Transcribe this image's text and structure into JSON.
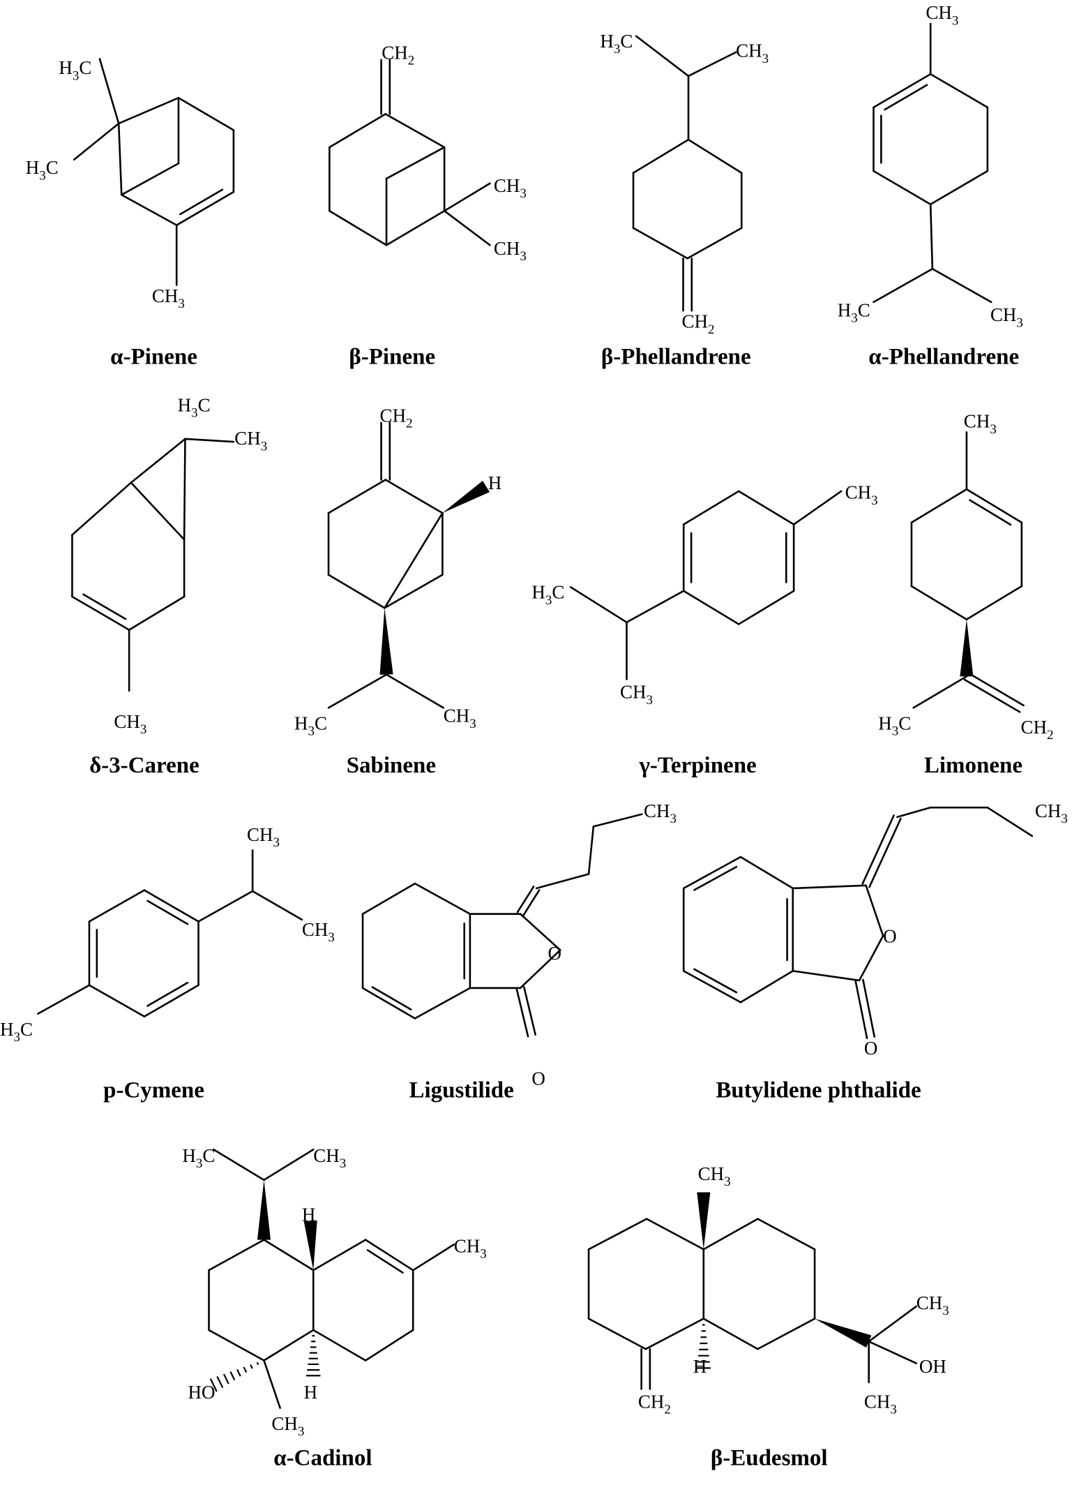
{
  "figure": {
    "compounds": [
      {
        "id": "a-pinene",
        "name": "α-Pinene",
        "groups": [
          "H3C",
          "H3C",
          "CH3"
        ]
      },
      {
        "id": "b-pinene",
        "name": "β-Pinene",
        "groups": [
          "CH2",
          "CH3",
          "CH3"
        ]
      },
      {
        "id": "b-phellandrene",
        "name": "β-Phellandrene",
        "groups": [
          "H3C",
          "CH3",
          "CH2"
        ]
      },
      {
        "id": "a-phellandrene",
        "name": "α-Phellandrene",
        "groups": [
          "CH3",
          "H3C",
          "CH3"
        ]
      },
      {
        "id": "d3-carene",
        "name": "δ-3-Carene",
        "groups": [
          "H3C",
          "CH3",
          "CH3"
        ]
      },
      {
        "id": "sabinene",
        "name": "Sabinene",
        "groups": [
          "CH2",
          "H",
          "H3C",
          "CH3"
        ]
      },
      {
        "id": "g-terpinene",
        "name": "γ-Terpinene",
        "groups": [
          "CH3",
          "H3C",
          "CH3"
        ]
      },
      {
        "id": "limonene",
        "name": "Limonene",
        "groups": [
          "CH3",
          "H3C",
          "CH2"
        ]
      },
      {
        "id": "p-cymene",
        "name": "p-Cymene",
        "groups": [
          "CH3",
          "CH3",
          "H3C"
        ]
      },
      {
        "id": "ligustilide",
        "name": "Ligustilide",
        "groups": [
          "CH3",
          "O",
          "O"
        ]
      },
      {
        "id": "butylidene-phthalide",
        "name": "Butylidene phthalide",
        "groups": [
          "CH3",
          "O",
          "O"
        ]
      },
      {
        "id": "a-cadinol",
        "name": "α-Cadinol",
        "groups": [
          "H3C",
          "CH3",
          "H",
          "CH3",
          "HO",
          "H",
          "CH3"
        ]
      },
      {
        "id": "b-eudesmol",
        "name": "β-Eudesmol",
        "groups": [
          "CH3",
          "CH3",
          "OH",
          "CH3",
          "H",
          "CH2"
        ]
      }
    ]
  }
}
